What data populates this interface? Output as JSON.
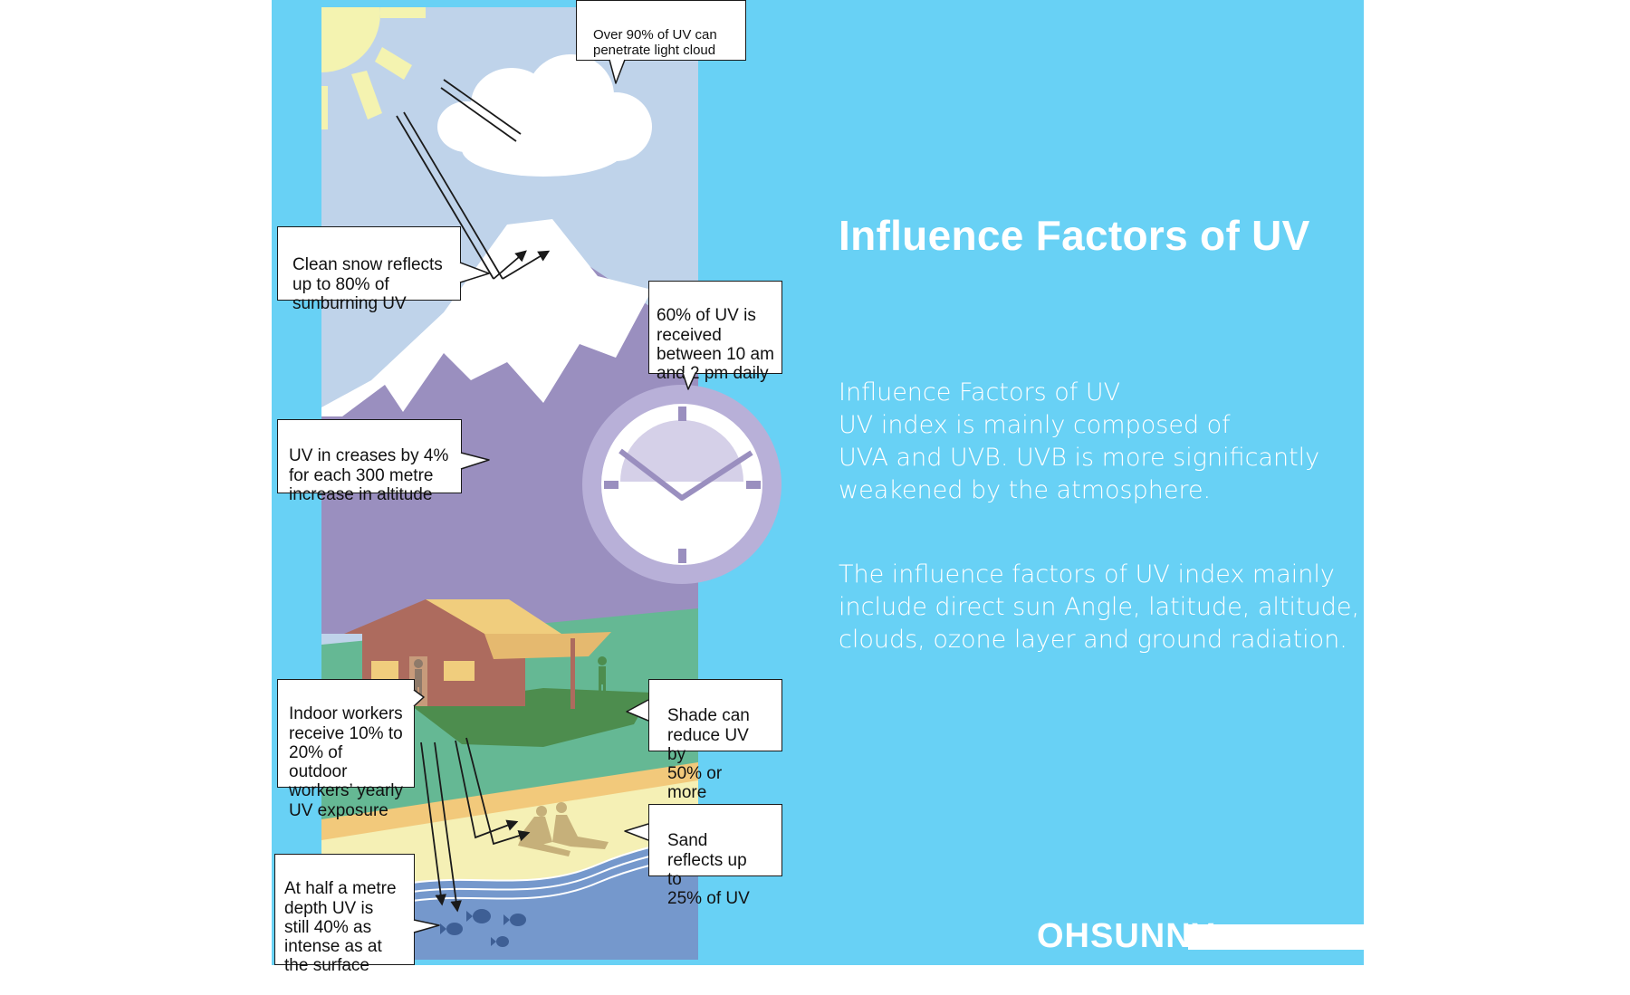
{
  "infographic": {
    "title": "Influence Factors of UV",
    "paragraph_1": "Influence Factors of UV\nUV index is mainly composed of\nUVA and UVB.  UVB is more significantly\nweakened by the atmosphere.",
    "paragraph_2": "The influence factors of UV index mainly\ninclude direct sun Angle, latitude, altitude,\nclouds, ozone layer and ground radiation.",
    "brand": "OHSUNNY"
  },
  "callouts": {
    "cloud": "Over 90% of UV can\npenetrate light cloud",
    "snow": "Clean snow reflects\nup to 80% of\nsunburning UV",
    "time": "60% of UV is\nreceived\nbetween 10 am\nand 2 pm daily",
    "altitude": "UV in creases by 4%\nfor each 300 metre\nincrease in altitude",
    "indoor": "Indoor workers\nreceive 10% to\n20% of outdoor\nworkers’ yearly\nUV exposure",
    "shade": "Shade can\nreduce UV by\n50% or more",
    "sand": "Sand\nreflects up to\n25% of UV",
    "water": "At half a metre\ndepth UV is\nstill 40% as\nintense as at\nthe surface"
  },
  "colors": {
    "background": "#68d1f5",
    "sky": "#bfd3ea",
    "sun": "#f4f3b0",
    "mountain": "#9a8fbf",
    "snow": "#ffffff",
    "grass": "#65b894",
    "dark_grass": "#4d8d4e",
    "house": "#ad6b5e",
    "roof": "#f0cd7d",
    "sand": "#f5f0b5",
    "water": "#7598cc",
    "clock": "#b8b0d8",
    "text": "#ffffff"
  },
  "icons": [
    "sun-icon",
    "cloud-icon",
    "snow-mountain-icon",
    "clock-icon",
    "house-icon",
    "person-icon",
    "sunbathers-icon",
    "fish-icon",
    "uv-ray-arrow-icon"
  ]
}
